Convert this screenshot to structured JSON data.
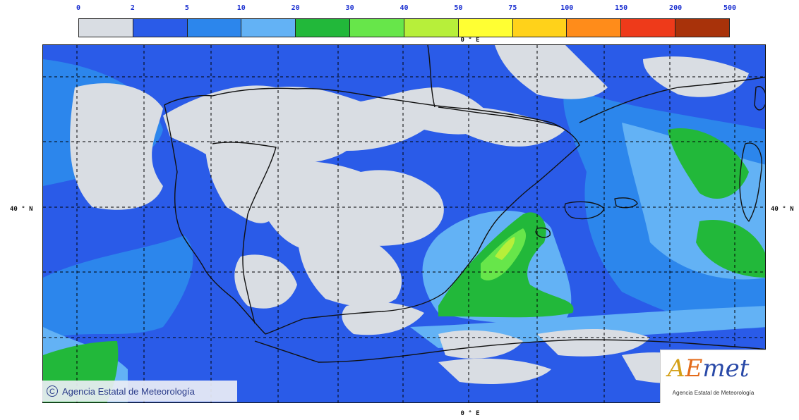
{
  "legend": {
    "labels": [
      "0",
      "2",
      "5",
      "10",
      "20",
      "30",
      "40",
      "50",
      "75",
      "100",
      "150",
      "200",
      "500"
    ],
    "colors": [
      "#d9dde3",
      "#2a5be8",
      "#2c86ec",
      "#63b2f5",
      "#22b83a",
      "#67e64a",
      "#b7ef3a",
      "#ffff33",
      "#ffd21a",
      "#ff8c1a",
      "#ee3a1a",
      "#a8320a"
    ]
  },
  "axes": {
    "lon_top": "0 ° E",
    "lon_bottom": "0 ° E",
    "lat_left": "40 ° N",
    "lat_right": "40 ° N"
  },
  "credit": {
    "copyright_symbol": "C",
    "text": "Agencia Estatal de Meteorología"
  },
  "logo": {
    "mark_a": "A",
    "mark_e": "E",
    "mark_met": "met",
    "subtitle": "Agencia Estatal de Meteorología"
  }
}
